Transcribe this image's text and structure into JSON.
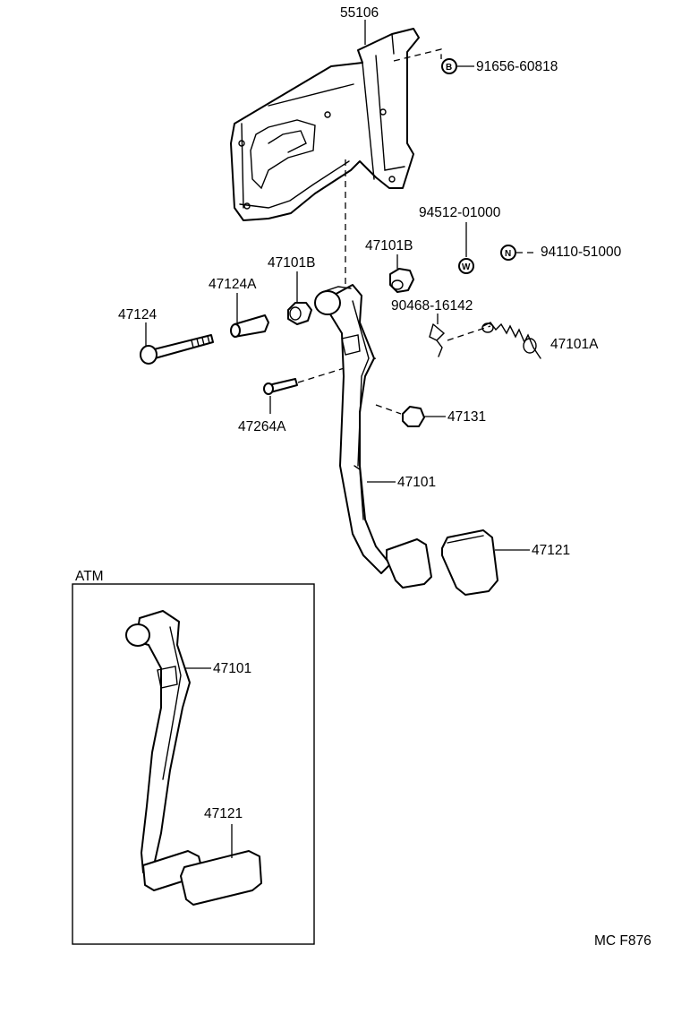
{
  "colors": {
    "ink": "#000000",
    "paper": "#ffffff"
  },
  "labels": {
    "bracket": "55106",
    "bolt_b": "91656-60818",
    "washer": "94512-01000",
    "nut": "94110-51000",
    "bushing_left": "47101B",
    "bushing_right": "47101B",
    "clip": "90468-16142",
    "spring": "47101A",
    "pivot_bolt": "47124",
    "collar": "47124A",
    "pin": "47264A",
    "cushion": "47131",
    "pedal_arm": "47101",
    "pedal_pad": "47121",
    "atm_pedal_arm": "47101",
    "atm_pedal_pad": "47121"
  },
  "atm_box_title": "ATM",
  "symbols": {
    "bolt_b": "B",
    "washer": "W",
    "nut": "N"
  },
  "diagram_code": "MC F876"
}
